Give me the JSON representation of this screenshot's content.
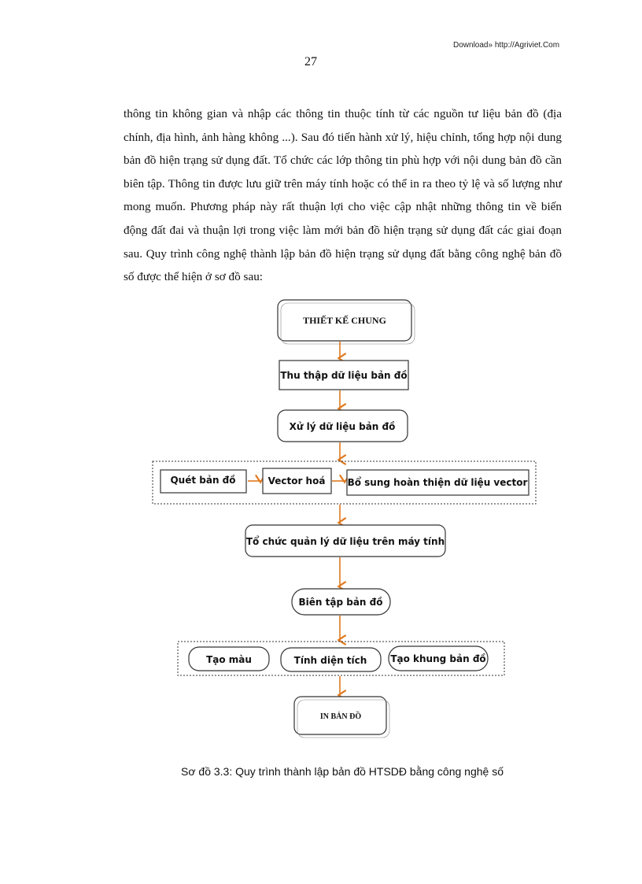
{
  "header": {
    "download_text": "Download» http://Agriviet.Com",
    "page_number": "27"
  },
  "body": {
    "paragraph": "thông tin không gian và nhập các thông tin thuộc tính từ các nguồn tư liệu bản đồ (địa chính, địa hình, ảnh hàng không ...). Sau đó tiến hành xử lý, hiệu chỉnh, tổng hợp nội dung bản đồ hiện trạng sử dụng đất. Tổ chức các lớp thông tin phù hợp với nội dung bản đồ cần biên tập. Thông tin được lưu giữ trên máy tính hoặc có thể in ra theo tỷ lệ và số lượng như mong muốn. Phương pháp này rất thuận lợi cho việc cập nhật những thông tin về biến động đất đai và thuận lợi trong việc làm mới bản đồ hiện trạng sử dụng đất các giai đoạn sau. Quy trình công nghệ thành lập bản đồ hiện trạng sử dụng đất bằng công nghệ bản đồ số được thể hiện ở sơ đồ sau:"
  },
  "diagram": {
    "step_design": "THIẾT KẾ CHUNG",
    "step_collect": "Thu thập dữ liệu bản đồ",
    "step_process": "Xử lý dữ liệu bản đồ",
    "step_scan": "Quét bản đồ",
    "step_vectorize": "Vector hoá",
    "step_complete": "Bổ sung hoàn thiện dữ liệu vector",
    "step_organize": "Tổ chức quản lý dữ liệu trên máy tính",
    "step_edit": "Biên tập bản đồ",
    "step_color": "Tạo màu",
    "step_area": "Tính diện tích",
    "step_frame": "Tạo khung bản đồ",
    "step_print": "IN BẢN ĐỒ",
    "arrow_color": "#E07A1F"
  },
  "caption": "Sơ đồ 3.3: Quy trình thành lập bản đồ HTSDĐ bằng công nghệ số"
}
